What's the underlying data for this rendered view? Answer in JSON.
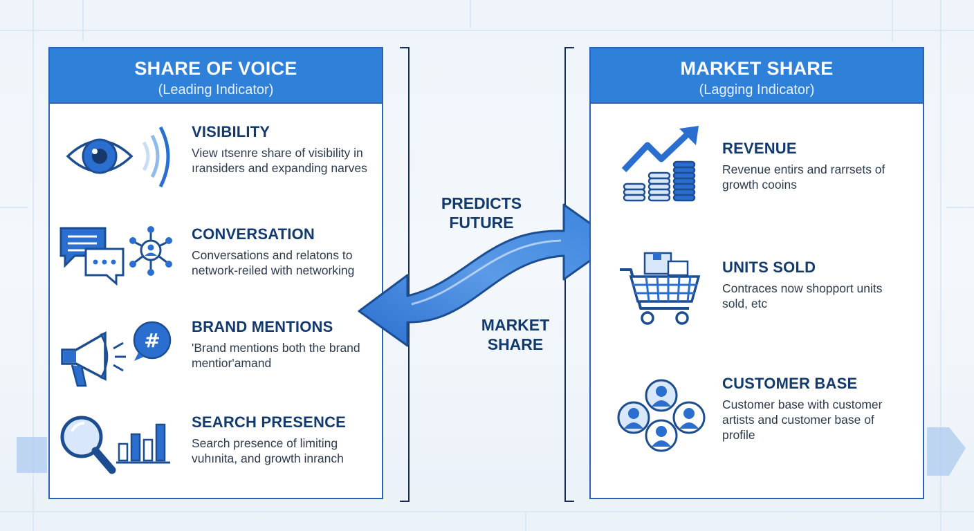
{
  "left_panel": {
    "title": "SHARE OF VOICE",
    "subtitle": "(Leading Indicator)",
    "items": [
      {
        "icon": "eye-icon",
        "title": "VISIBILITY",
        "desc": "View ıtsenre share of visibility in ıransiders and expanding narves"
      },
      {
        "icon": "chat-network-icon",
        "title": "CONVERSATION",
        "desc": "Conversations and relatons to network-reiled with networking"
      },
      {
        "icon": "megaphone-hashtag-icon",
        "title": "BRAND MENTIONS",
        "desc": "'Brand mentions both the brand mentior'amand"
      },
      {
        "icon": "magnifier-chart-icon",
        "title": "SEARCH PRESENCE",
        "desc": "Search presence of limiting vuhınita, and growth inranch"
      }
    ]
  },
  "right_panel": {
    "title": "MARKET SHARE",
    "subtitle": "(Lagging Indicator)",
    "items": [
      {
        "icon": "growth-coins-icon",
        "title": "REVENUE",
        "desc": "Revenue entirs and rarrsets of growth cooins"
      },
      {
        "icon": "shopping-cart-icon",
        "title": "UNITS SOLD",
        "desc": "Contraces now shopport units sold, etc"
      },
      {
        "icon": "customer-group-icon",
        "title": "CUSTOMER BASE",
        "desc": "Customer base with customer artists and customer base of profile"
      }
    ]
  },
  "center": {
    "top_label": "PREDICTS FUTURE",
    "bottom_label": "MARKET SHARE"
  },
  "colors": {
    "header_blue": "#2f80d8",
    "border_blue": "#2a62b8",
    "navy_text": "#123a6e",
    "icon_blue": "#2a6fd0",
    "icon_light": "#b9d4f2"
  }
}
